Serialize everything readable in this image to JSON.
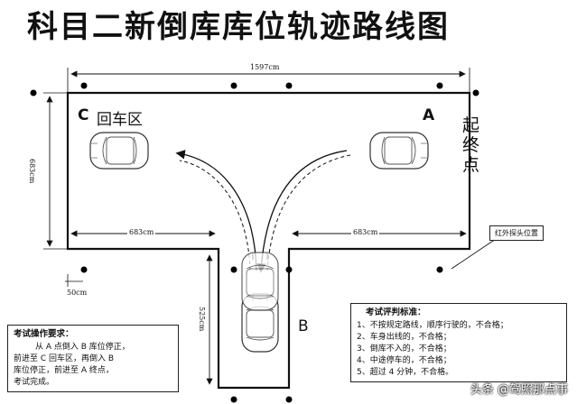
{
  "title": "科目二新倒库库位轨迹路线图",
  "dimensions": {
    "top_width": "1597cm",
    "left_height": "683cm",
    "left_section": "683cm",
    "right_section": "683cm",
    "garage_depth": "525cm",
    "small_gap": "50cm"
  },
  "labels": {
    "point_c": "C",
    "return_area": "回车区",
    "point_a": "A",
    "start_end": "起\n终\n点",
    "point_b": "B",
    "infrared": "红外探头位置"
  },
  "procedure": {
    "heading": "考试操作要求：",
    "lines": [
      "从 A 点倒入 B 库位停正，",
      "前进至 C 回车区，再倒入 B",
      "库位停正，前进至 A 终点，",
      "考试完成。"
    ]
  },
  "criteria": {
    "heading": "考试评判标准：",
    "lines": [
      "1、不按规定路线，顺序行驶的，不合格；",
      "2、车身出线的，不合格；",
      "3、倒库不入的，不合格；",
      "4、中途停车的，不合格；",
      "5、超过 4 分钟，不合格。"
    ]
  },
  "watermark": "头条 @驾照那点事",
  "colors": {
    "line": "#111111",
    "dot": "#000000"
  }
}
